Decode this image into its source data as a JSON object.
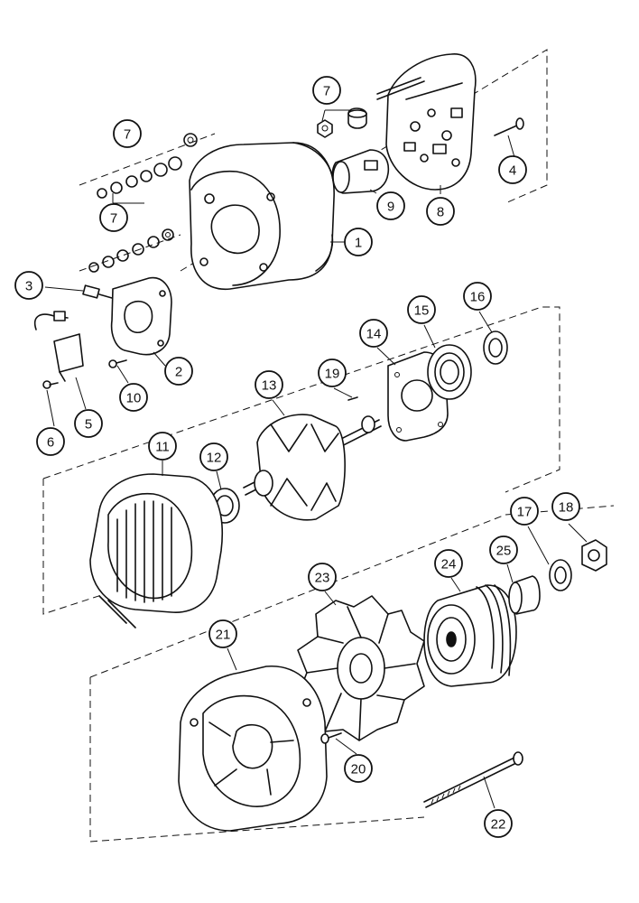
{
  "diagram": {
    "callouts": [
      {
        "id": "c7a",
        "label": "7"
      },
      {
        "id": "c7b",
        "label": "7"
      },
      {
        "id": "c7c",
        "label": "7"
      },
      {
        "id": "c1",
        "label": "1"
      },
      {
        "id": "c2",
        "label": "2"
      },
      {
        "id": "c3",
        "label": "3"
      },
      {
        "id": "c4",
        "label": "4"
      },
      {
        "id": "c5",
        "label": "5"
      },
      {
        "id": "c6",
        "label": "6"
      },
      {
        "id": "c8",
        "label": "8"
      },
      {
        "id": "c9",
        "label": "9"
      },
      {
        "id": "c10",
        "label": "10"
      },
      {
        "id": "c11",
        "label": "11"
      },
      {
        "id": "c12",
        "label": "12"
      },
      {
        "id": "c13",
        "label": "13"
      },
      {
        "id": "c14",
        "label": "14"
      },
      {
        "id": "c15",
        "label": "15"
      },
      {
        "id": "c16",
        "label": "16"
      },
      {
        "id": "c17",
        "label": "17"
      },
      {
        "id": "c18",
        "label": "18"
      },
      {
        "id": "c19",
        "label": "19"
      },
      {
        "id": "c20",
        "label": "20"
      },
      {
        "id": "c21",
        "label": "21"
      },
      {
        "id": "c22",
        "label": "22"
      },
      {
        "id": "c23",
        "label": "23"
      },
      {
        "id": "c24",
        "label": "24"
      },
      {
        "id": "c25",
        "label": "25"
      }
    ]
  }
}
